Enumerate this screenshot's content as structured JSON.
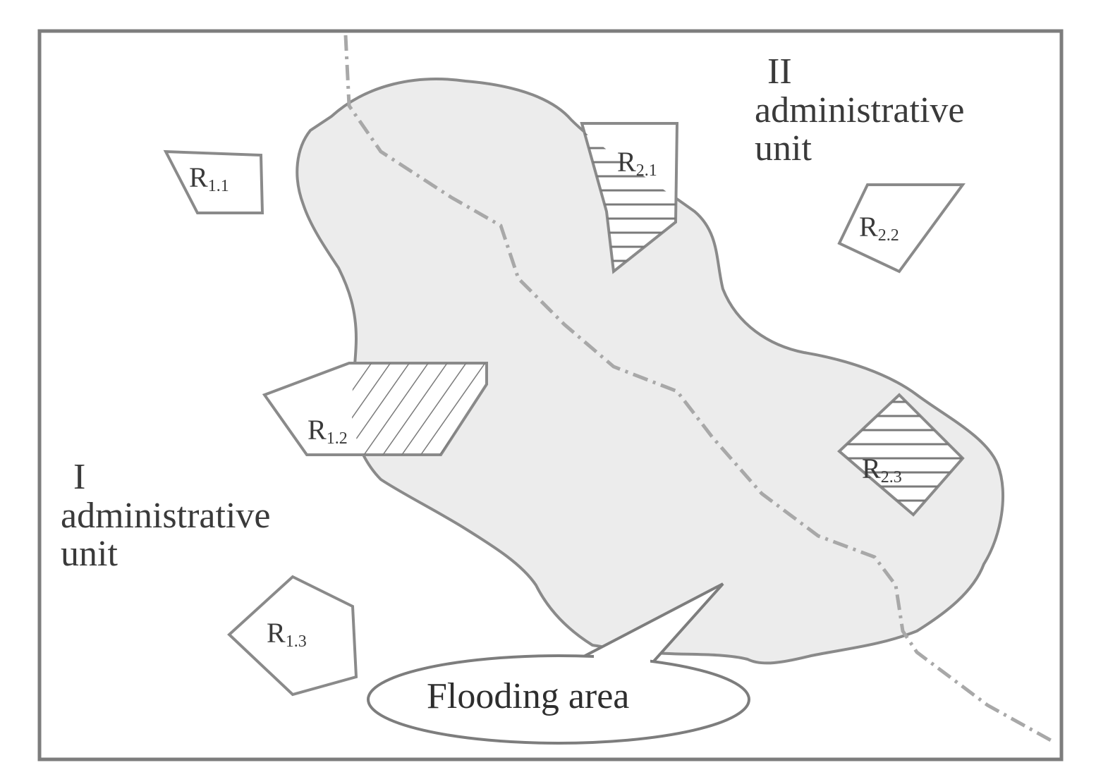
{
  "diagram": {
    "units": [
      {
        "id": "unit-1",
        "numeral": "I",
        "word1": "administrative",
        "word2": "unit"
      },
      {
        "id": "unit-2",
        "numeral": "II",
        "word1": "administrative",
        "word2": "unit"
      }
    ],
    "regions": [
      {
        "id": "r11",
        "letter": "R",
        "sub": "1.1"
      },
      {
        "id": "r12",
        "letter": "R",
        "sub": "1.2"
      },
      {
        "id": "r13",
        "letter": "R",
        "sub": "1.3"
      },
      {
        "id": "r21",
        "letter": "R",
        "sub": "2.1"
      },
      {
        "id": "r22",
        "letter": "R",
        "sub": "2.2"
      },
      {
        "id": "r23",
        "letter": "R",
        "sub": "2.3"
      }
    ],
    "callout": {
      "text": "Flooding area"
    },
    "colors": {
      "outline": "#8a8a8a",
      "flood_fill": "#e9e9e9",
      "hatch": "#7a7a7a",
      "boundary": "#a8a8a8"
    }
  }
}
